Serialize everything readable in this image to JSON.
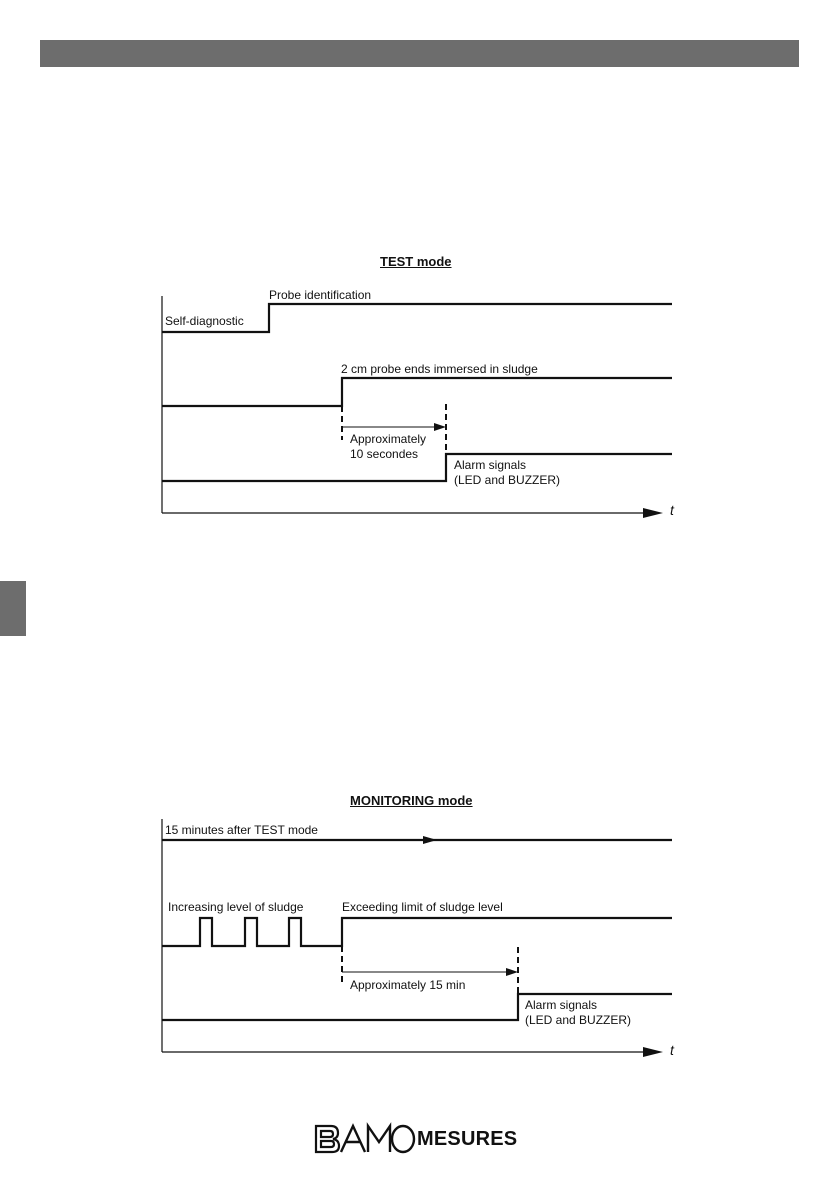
{
  "test_mode": {
    "title": "TEST mode",
    "axis_label": "t",
    "labels": {
      "self_diagnostic": "Self-diagnostic",
      "probe_identification": "Probe identification",
      "probe_immersed": "2 cm probe ends immersed in sludge",
      "delay_line1": "Approximately",
      "delay_line2": "10 secondes",
      "alarm_line1": "Alarm signals",
      "alarm_line2": "(LED and BUZZER)"
    }
  },
  "monitoring_mode": {
    "title": "MONITORING mode",
    "axis_label": "t",
    "labels": {
      "after_test": "15 minutes after TEST mode",
      "increasing_level": "Increasing level of sludge",
      "exceeding_limit": "Exceeding limit of sludge level",
      "delay": "Approximately 15 min",
      "alarm_line1": "Alarm signals",
      "alarm_line2": "(LED and BUZZER)"
    }
  },
  "logo": {
    "brand": "BAMO",
    "word": "MESURES"
  }
}
